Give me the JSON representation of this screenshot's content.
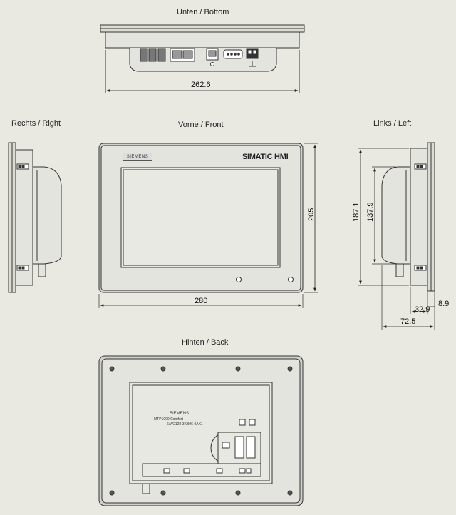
{
  "views": {
    "bottom": "Unten / Bottom",
    "right": "Rechts / Right",
    "front": "Vorne / Front",
    "left": "Links / Left",
    "back": "Hinten / Back"
  },
  "dimensions": {
    "bottom_width": "262.6",
    "front_width": "280",
    "front_height": "205",
    "left_height_outer": "187.1",
    "left_height_inner": "137.9",
    "left_depth_small": "32.9",
    "left_depth_frame": "8.9",
    "left_depth_total": "72.5"
  },
  "front_panel": {
    "brand": "SIEMENS",
    "product": "SIMATIC HMI"
  },
  "back_label": {
    "brand": "SIEMENS",
    "model": "MTP1000 Comfort",
    "order_no": "6AV2128-3KB06-0AX1"
  },
  "colors": {
    "background": "#e9e9e2",
    "line": "#333333",
    "panel_fill": "#e4e4de",
    "frame_fill": "#d2d2cc"
  }
}
